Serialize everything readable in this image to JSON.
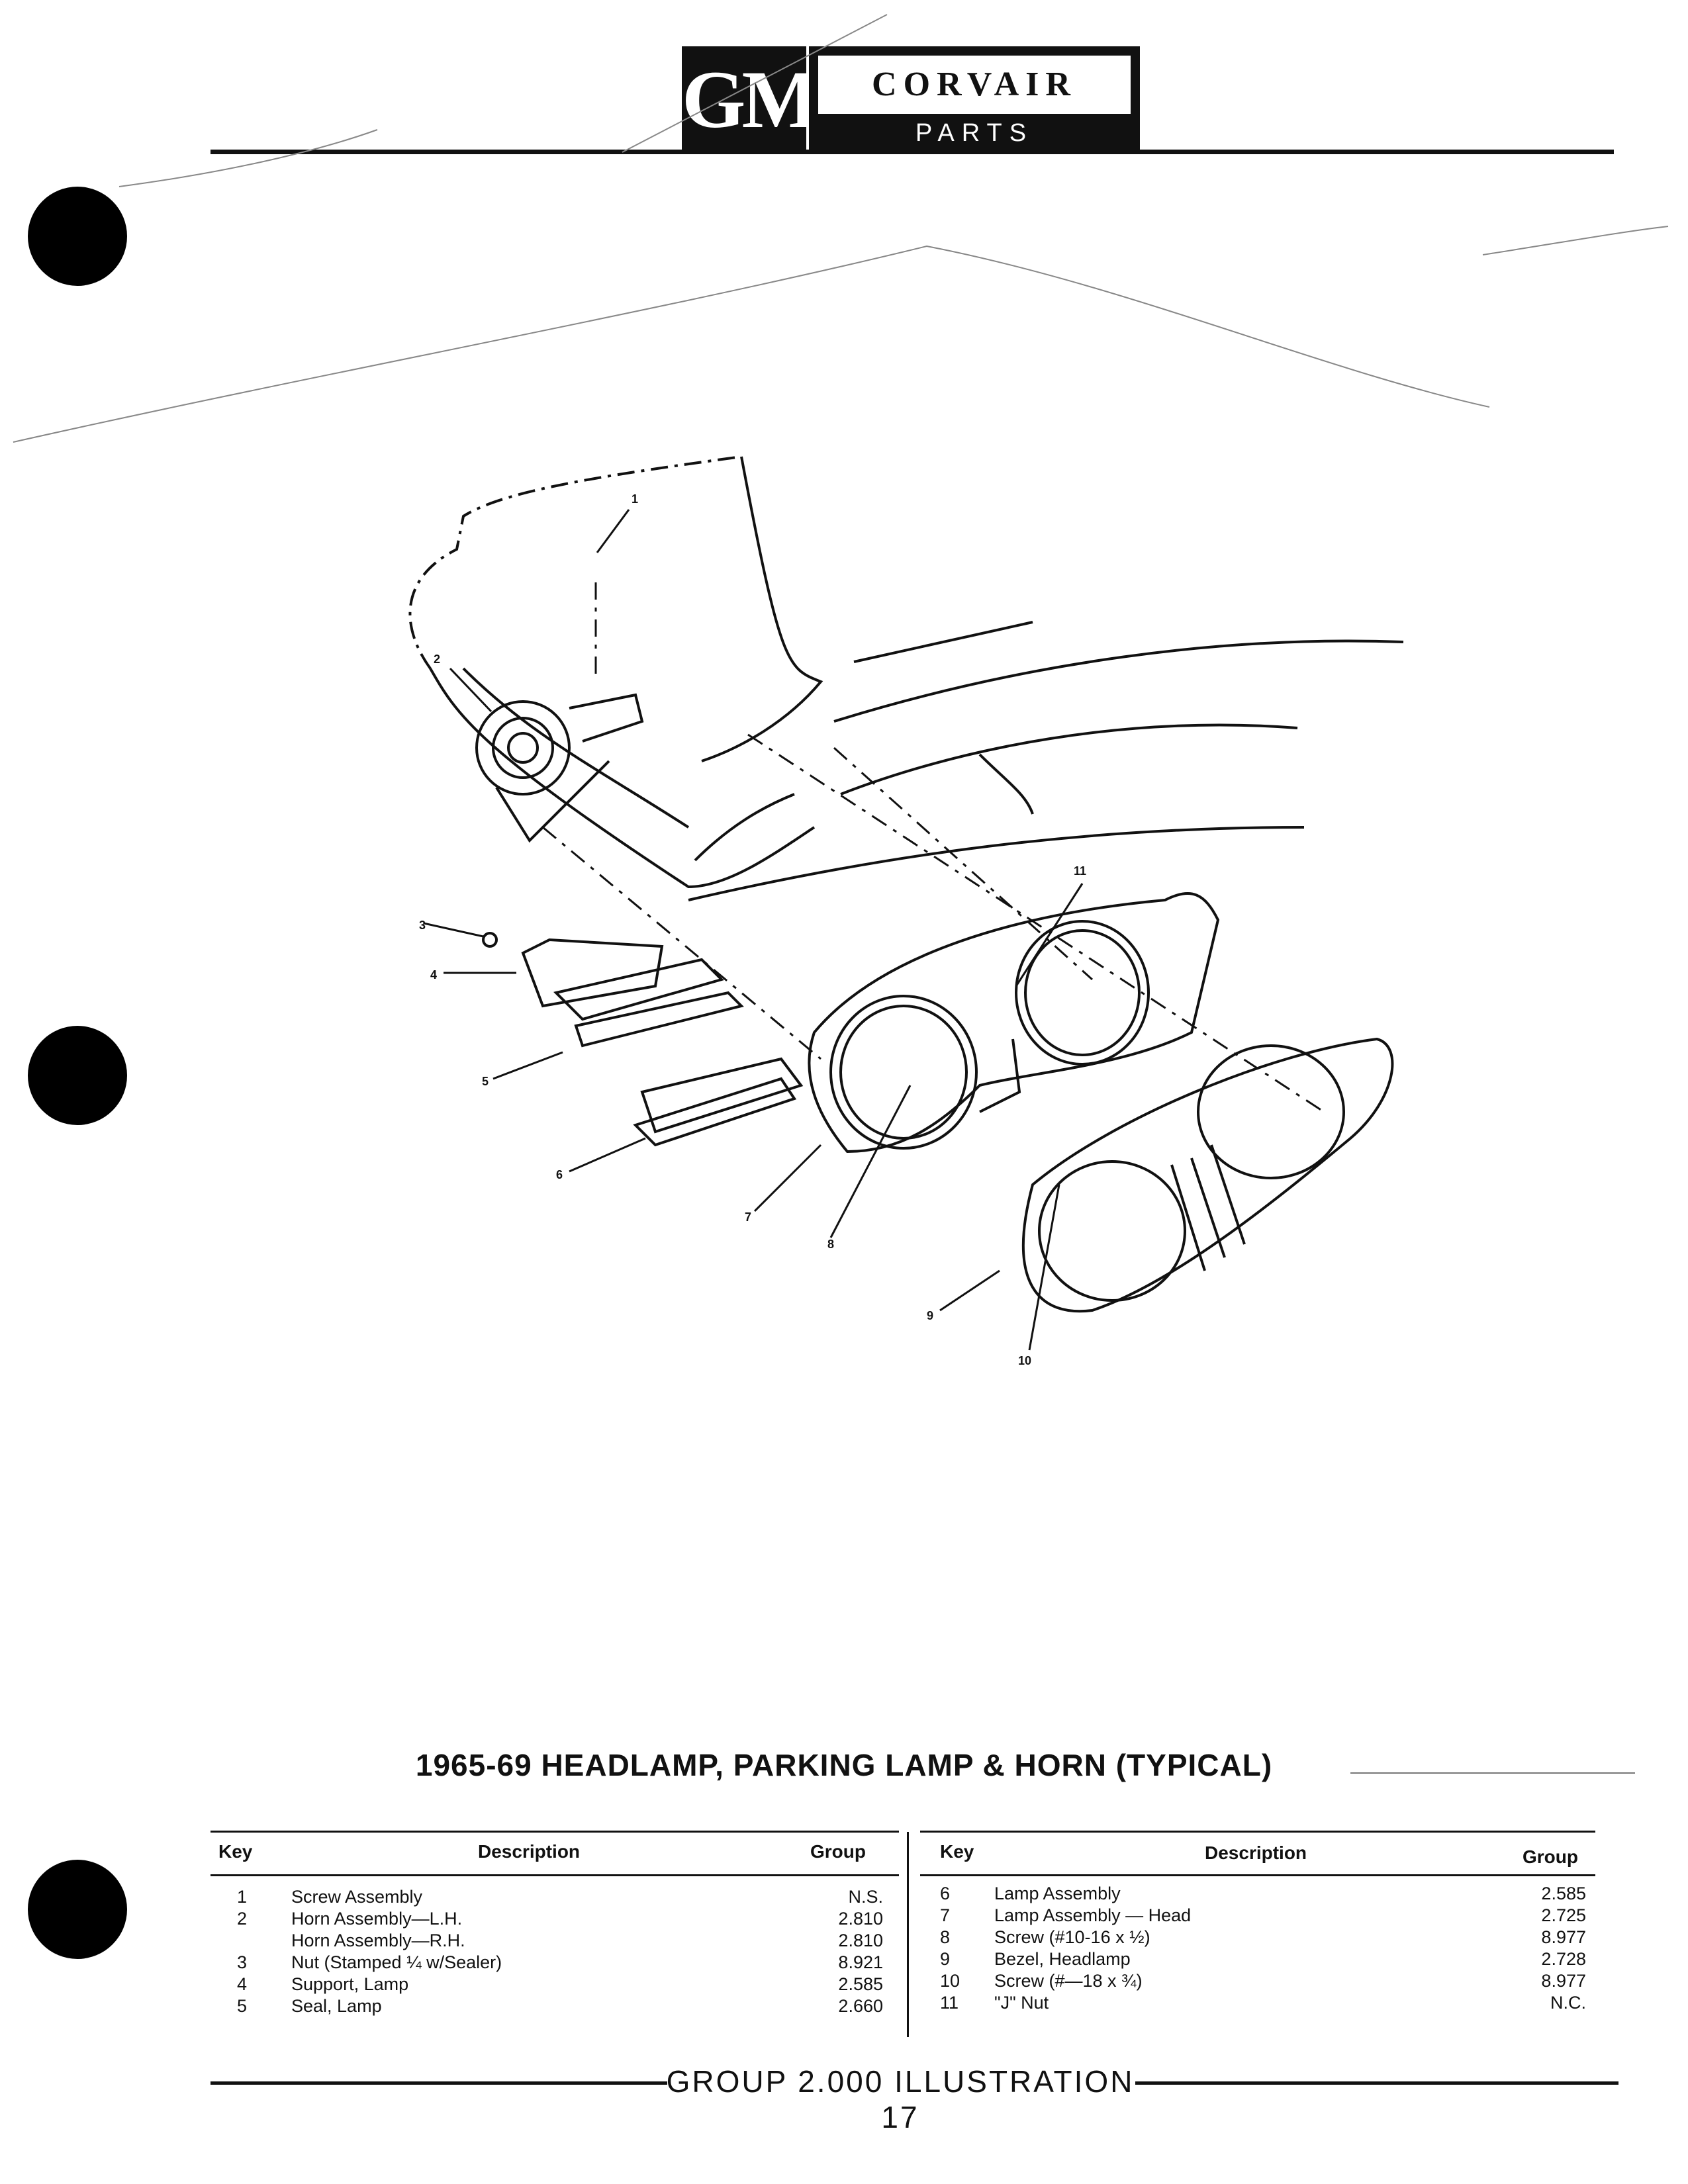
{
  "header": {
    "logo": "GM",
    "brand": "CORVAIR",
    "subtitle": "PARTS CATALOGUE"
  },
  "illustration": {
    "callouts": [
      "1",
      "2",
      "3",
      "4",
      "5",
      "6",
      "7",
      "8",
      "9",
      "10",
      "11"
    ]
  },
  "title": "1965-69 HEADLAMP, PARKING LAMP & HORN (TYPICAL)",
  "parts_table": {
    "columns": {
      "key": "Key",
      "description": "Description",
      "group": "Group"
    },
    "left": [
      {
        "key": "1",
        "description": "Screw Assembly",
        "group": "N.S."
      },
      {
        "key": "2",
        "description": "Horn Assembly—L.H.",
        "group": "2.810"
      },
      {
        "key": "",
        "description": "Horn Assembly—R.H.",
        "group": "2.810"
      },
      {
        "key": "3",
        "description": "Nut (Stamped ¼ w/Sealer)",
        "group": "8.921"
      },
      {
        "key": "4",
        "description": "Support, Lamp",
        "group": "2.585"
      },
      {
        "key": "5",
        "description": "Seal, Lamp",
        "group": "2.660"
      }
    ],
    "right": [
      {
        "key": "6",
        "description": "Lamp Assembly",
        "group": "2.585"
      },
      {
        "key": "7",
        "description": "Lamp Assembly — Head",
        "group": "2.725"
      },
      {
        "key": "8",
        "description": "Screw (#10-16 x ½)",
        "group": "8.977"
      },
      {
        "key": "9",
        "description": "Bezel, Headlamp",
        "group": "2.728"
      },
      {
        "key": "10",
        "description": "Screw (#—18 x ¾)",
        "group": "8.977"
      },
      {
        "key": "11",
        "description": "\"J\" Nut",
        "group": "N.C."
      }
    ]
  },
  "footer": "GROUP 2.000 ILLUSTRATION 17"
}
